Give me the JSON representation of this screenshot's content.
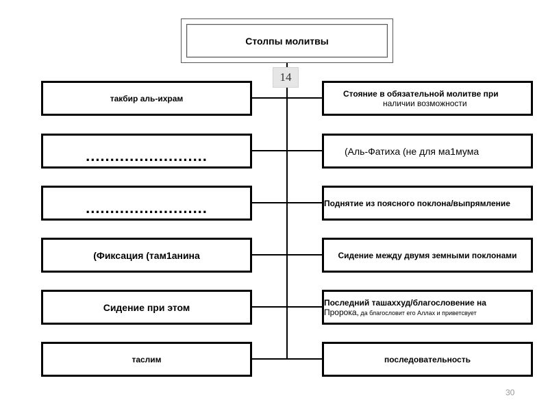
{
  "title": "Столпы молитвы",
  "badge": "14",
  "left_boxes": [
    {
      "text": "такбир аль-ихрам"
    },
    {
      "text": "........................."
    },
    {
      "text": "........................."
    },
    {
      "text": "(Фиксация (там1анина"
    },
    {
      "text": "Сидение при этом"
    },
    {
      "text": "таслим"
    }
  ],
  "right_boxes": [
    {
      "line1": "Стояние в обязательной молитве при",
      "line2": "наличии возможности"
    },
    {
      "text": "(Аль-Фатиха (не для ма1мума"
    },
    {
      "text": "Поднятие из поясного поклона/выпрямление"
    },
    {
      "text": "Сидение между двумя земными поклонами"
    },
    {
      "line1": "Последний ташаххуд/благословение на",
      "line2a": "Пророка,",
      "line2b": " да благословит его Аллах и приветсвует"
    },
    {
      "text": "последовательность"
    }
  ],
  "page_number": "30"
}
